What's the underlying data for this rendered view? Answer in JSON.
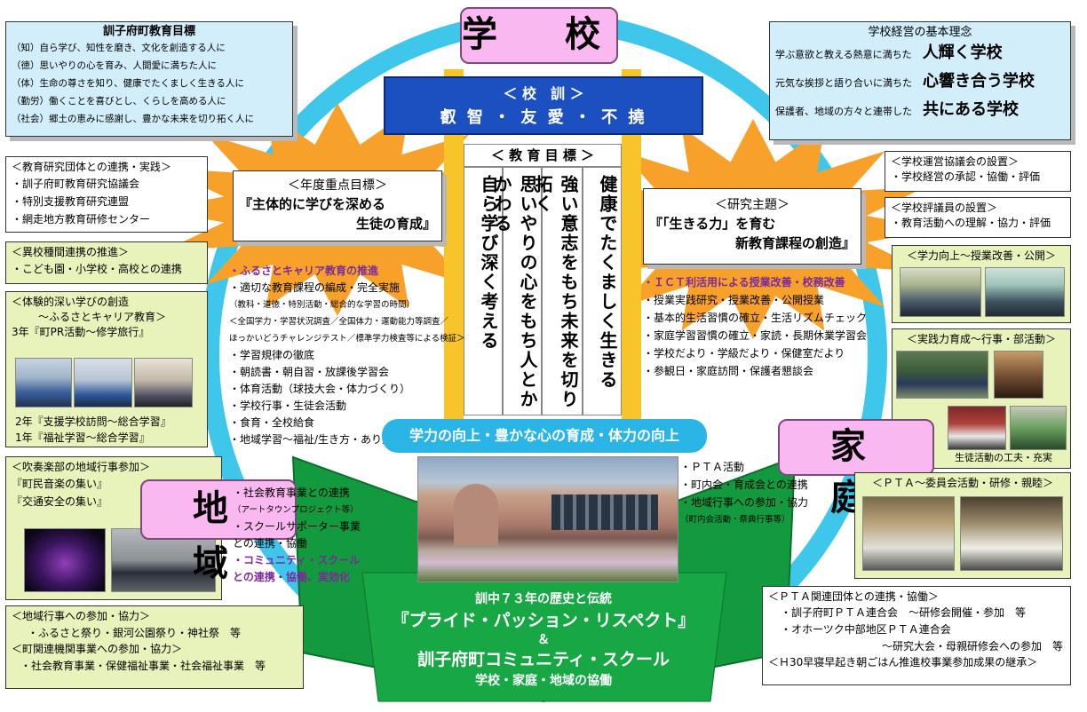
{
  "labels": {
    "school": "学　校",
    "home": "家　庭",
    "community": "地　域"
  },
  "town_goals": {
    "title": "訓子府町教育目標",
    "items": [
      "（知）自ら学び、知性を磨き、文化を創造する人に",
      "（徳）思いやりの心を育み、人間愛に満ちた人に",
      "（体）生命の尊さを知り、健康でたくましく生きる人に",
      "（勤労）働くことを喜びとし、くらしを高める人に",
      "（社会）郷土の恵みに感謝し、豊かな未来を切り拓く人に"
    ]
  },
  "management": {
    "title": "学校経営の基本理念",
    "rows": [
      {
        "lead": "学ぶ意欲と教える熱意に満ちた",
        "main": "人輝く学校"
      },
      {
        "lead": "元気な挨拶と語り合いに満ちた",
        "main": "心響き合う学校"
      },
      {
        "lead": "保護者、地域の方々と連帯した",
        "main": "共にある学校"
      }
    ]
  },
  "motto": {
    "title": "＜ 校　訓 ＞",
    "text": "叡 智 ・ 友 愛 ・ 不 撓"
  },
  "edu_goals": {
    "title": "＜ 教 育 目 標 ＞",
    "cols": [
      "自ら学び深く考える",
      "思いやりの心をもち人とかかわる",
      "強い意志をもち未来を切り拓く",
      "健康でたくましく生きる"
    ]
  },
  "annual": {
    "title": "＜年度重点目標＞",
    "line1": "『主体的に学びを深める",
    "line2": "生徒の育成』"
  },
  "research": {
    "title": "＜研究主題＞",
    "line1": "『「生きる力」を育む",
    "line2": "新教育課程の創造』"
  },
  "research_group": {
    "title": "＜教育研究団体との連携・実践＞",
    "items": [
      "・訓子府町教育研究協議会",
      "・特別支援教育研究連盟",
      "・網走地方教育研修センター"
    ]
  },
  "inter_school": {
    "title": "＜異校種間連携の推進＞",
    "items": [
      "・こども園・小学校・高校との連携"
    ]
  },
  "experience": {
    "title": "＜体験的深い学びの創造",
    "subtitle": "～ふるさとキャリア教育＞",
    "g3": "3年『町PR活動～修学旅行』",
    "g2": "2年『支援学校訪問～総合学習』",
    "g1": "1年『福祉学習～総合学習』"
  },
  "brass": {
    "title": "＜吹奏楽部の地域行事参加＞",
    "items": [
      "『町民音楽の集い』",
      "『交通安全の集い』"
    ]
  },
  "local": {
    "title1": "＜地域行事への参加・協力＞",
    "item1": "・ふるさと祭り・銀河公園祭り・神社祭　等",
    "title2": "＜町関連機関事業への参加・協力＞",
    "item2": "・社会教育事業・保健福祉事業・社会福祉事業　等"
  },
  "council": {
    "title": "＜学校運営協議会の設置＞",
    "items": [
      "・学校経営の承認・協働・評価"
    ]
  },
  "evaluator": {
    "title": "＜学校評議員の設置＞",
    "items": [
      "・教育活動への理解・協力・評価"
    ]
  },
  "ability": {
    "title": "＜学力向上～授業改善・公開＞"
  },
  "practice": {
    "title": "＜実践力育成～行事・部活動＞",
    "caption": "生徒活動の工夫・充実"
  },
  "pta_committee": {
    "title": "＜ＰＴＡ～委員会活動・研修・親睦＞"
  },
  "pta_related": {
    "title": "＜ＰＴＡ関連団体との連携・協働＞",
    "items": [
      "・訓子府町ＰＴＡ連合会　～研修会開催・参加　等",
      "・オホーツク中部地区ＰＴＡ連合会",
      "～研究大会・母親研修会への参加　等"
    ],
    "footer": "＜Ｈ30早寝早起き朝ごはん推進校事業参加成果の継承＞"
  },
  "left_list": [
    {
      "t": "・ふるさとキャリア教育の推進",
      "c": "purple"
    },
    {
      "t": "・適切な教育課程の編成・完全実施",
      "c": ""
    },
    {
      "t": "（教科・道徳・特別活動・総合的な学習の時間）",
      "c": "small"
    },
    {
      "t": "＜全国学力・学習状況調査／全国体力・運動能力等調査／",
      "c": "small"
    },
    {
      "t": "ほっかいどうチャレンジテスト／標準学力検査等による検証＞",
      "c": "small"
    },
    {
      "t": "・学習規律の徹底",
      "c": ""
    },
    {
      "t": "・朝読書・朝自習・放課後学習会",
      "c": ""
    },
    {
      "t": "・体育活動（球技大会・体力づくり）",
      "c": ""
    },
    {
      "t": "・学校行事・生徒会活動",
      "c": ""
    },
    {
      "t": "・食育・全校給食",
      "c": ""
    },
    {
      "t": "・地域学習～福祉/生き方・あり方",
      "c": ""
    }
  ],
  "community_list": [
    {
      "t": "・社会教育事業との連携",
      "c": ""
    },
    {
      "t": "（アートタウンプロジェクト等）",
      "c": "small"
    },
    {
      "t": "・スクールサポーター事業",
      "c": ""
    },
    {
      "t": "との連携・協働",
      "c": ""
    },
    {
      "t": "・コミュニティ・スクール",
      "c": "purple"
    },
    {
      "t": "との連携・協働、実効化",
      "c": "purple"
    }
  ],
  "right_list": [
    {
      "t": "・ＩＣＴ利活用による授業改善・校務改善",
      "c": "purple"
    },
    {
      "t": "・授業実践研究・授業改善・公開授業",
      "c": ""
    },
    {
      "t": "・基本的生活習慣の確立・生活リズムチェック",
      "c": ""
    },
    {
      "t": "・家庭学習習慣の確立・家読・長期休業学習会",
      "c": ""
    },
    {
      "t": "・学校だより・学級だより・保健室だより",
      "c": ""
    },
    {
      "t": "・参観日・家庭訪問・保護者懇談会",
      "c": ""
    }
  ],
  "home_list": [
    {
      "t": "・ＰＴＡ活動",
      "c": ""
    },
    {
      "t": "・町内会・育成会との連携",
      "c": ""
    },
    {
      "t": "・地域行事への参加・協力",
      "c": ""
    },
    {
      "t": "（町内会活動・祭典行事等）",
      "c": "small"
    }
  ],
  "banner": "学力の向上・豊かな心の育成・体力の向上",
  "bottom": {
    "line1": "訓中７３年の歴史と伝統",
    "line2": "『プライド・パッション・リスペクト』",
    "amp": "＆",
    "line3": "訓子府町コミュニティ・スクール",
    "line4": "学校・家庭・地域の協働"
  },
  "colors": {
    "ring": "#3ec7ea",
    "burst": "#f7a12a",
    "pink": "#f9b8ef",
    "green": "#139a3e",
    "blue": "#1c4fc0",
    "lightgreen": "#e8f3bc",
    "lightblue": "#d2eefb"
  }
}
